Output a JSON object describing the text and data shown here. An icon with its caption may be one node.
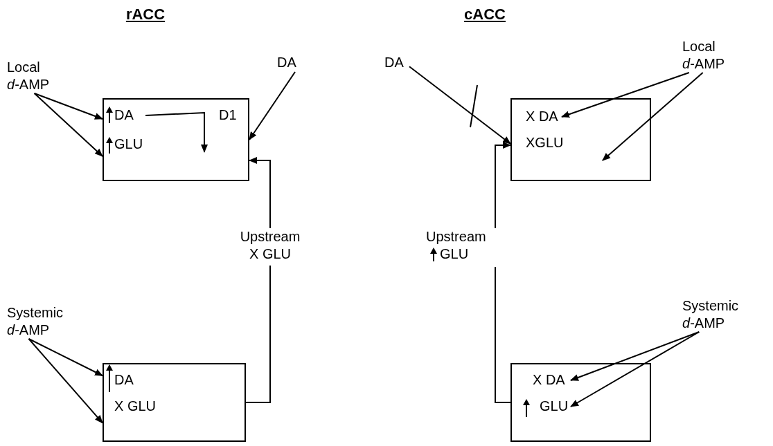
{
  "diagram": {
    "nodes": [
      {
        "text": [
          "Local *d*-AMP"
        ]
      },
      {
        "text": [],
        "shape": "box"
      },
      {
        "text": [
          "DA"
        ],
        "in": 1
      },
      {
        "text": [
          "GLU"
        ],
        "in": 1
      },
      {
        "text": [
          "D1"
        ],
        "in": 1
      },
      {
        "text": [
          "DA"
        ]
      },
      {
        "text": [
          "Upstream X GLU"
        ]
      },
      {
        "text": [
          "Systemic *d*-AMP"
        ]
      },
      {
        "text": [],
        "shape": "box"
      },
      {
        "text": [
          "DA"
        ],
        "in": 8
      },
      {
        "text": [
          "X GLU"
        ],
        "in": 8
      },
      {
        "text": [
          "DA"
        ]
      },
      {
        "text": [],
        "shape": "box"
      },
      {
        "text": [
          "X DA"
        ],
        "in": 12
      },
      {
        "text": [
          "XGLU"
        ],
        "in": 12
      },
      {
        "text": [
          "Local *d*-AMP"
        ]
      },
      {
        "text": [
          "Upstream",
          "GLU"
        ]
      },
      {
        "text": [
          "Systemic *d*-AMP"
        ]
      },
      {
        "text": [],
        "shape": "box"
      },
      {
        "text": [
          "X DA"
        ],
        "in": 18
      },
      {
        "text": [
          "GLU"
        ],
        "in": 18
      }
    ],
    "edges": [
      {
        "from": 0,
        "to": 1,
        "arrow": "to"
      },
      {
        "from": 0,
        "to": 1,
        "arrow": "to"
      },
      {
        "from": 2,
        "to": null,
        "arrow": "to"
      },
      {
        "from": 5,
        "to": 1,
        "arrow": "to"
      },
      {
        "from": 8,
        "to": 6,
        "arrow": "none"
      },
      {
        "from": 6,
        "to": 1,
        "arrow": "to"
      },
      {
        "from": 7,
        "to": 8,
        "arrow": "to"
      },
      {
        "from": 7,
        "to": 8,
        "arrow": "to"
      },
      {
        "from": 11,
        "to": 12,
        "arrow": "to"
      },
      {
        "from": 15,
        "to": 13,
        "arrow": "to"
      },
      {
        "from": 15,
        "to": 12,
        "arrow": "to"
      },
      {
        "from": 18,
        "to": 16,
        "arrow": "none"
      },
      {
        "from": 16,
        "to": 12,
        "arrow": "to"
      },
      {
        "from": 17,
        "to": 19,
        "arrow": "to"
      },
      {
        "from": 17,
        "to": 20,
        "arrow": "to"
      }
    ],
    "labels": [
      "rACC",
      "cACC"
    ]
  }
}
